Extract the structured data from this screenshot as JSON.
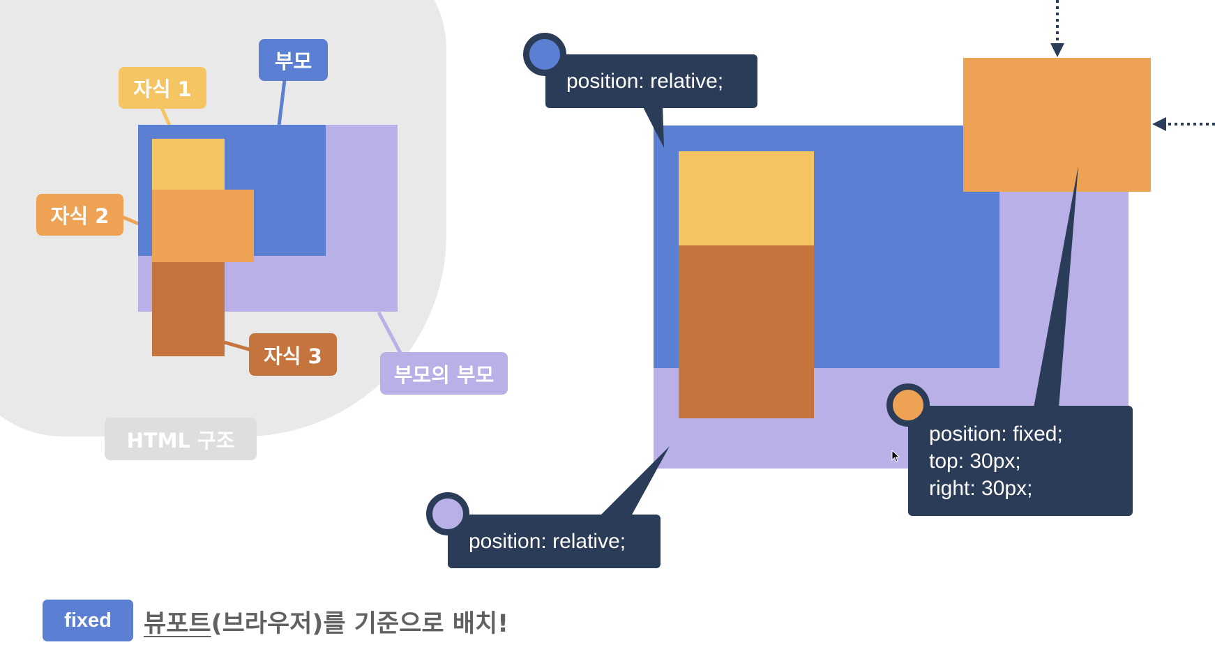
{
  "left_diagram": {
    "title": "HTML 구조",
    "labels": {
      "parent": "부모",
      "child1": "자식 1",
      "child2": "자식 2",
      "child3": "자식 3",
      "grandparent": "부모의 부모"
    }
  },
  "right_diagram": {
    "parent_code": "position: relative;",
    "grandparent_code": "position: relative;",
    "fixed_code": [
      "position: fixed;",
      "top: 30px;",
      "right: 30px;"
    ]
  },
  "footer": {
    "badge": "fixed",
    "caption_underlined": "뷰포트",
    "caption_rest": "(브라우저)를 기준으로 배치!"
  },
  "colors": {
    "parent_blue": "#5b7fd2",
    "grandparent_purple": "#b8b0e6",
    "child1_yellow": "#f5c563",
    "child2_orange": "#eea354",
    "child3_brown": "#c5743e",
    "code_navy": "#2b3c58",
    "background_gray": "#e9e9e9"
  }
}
